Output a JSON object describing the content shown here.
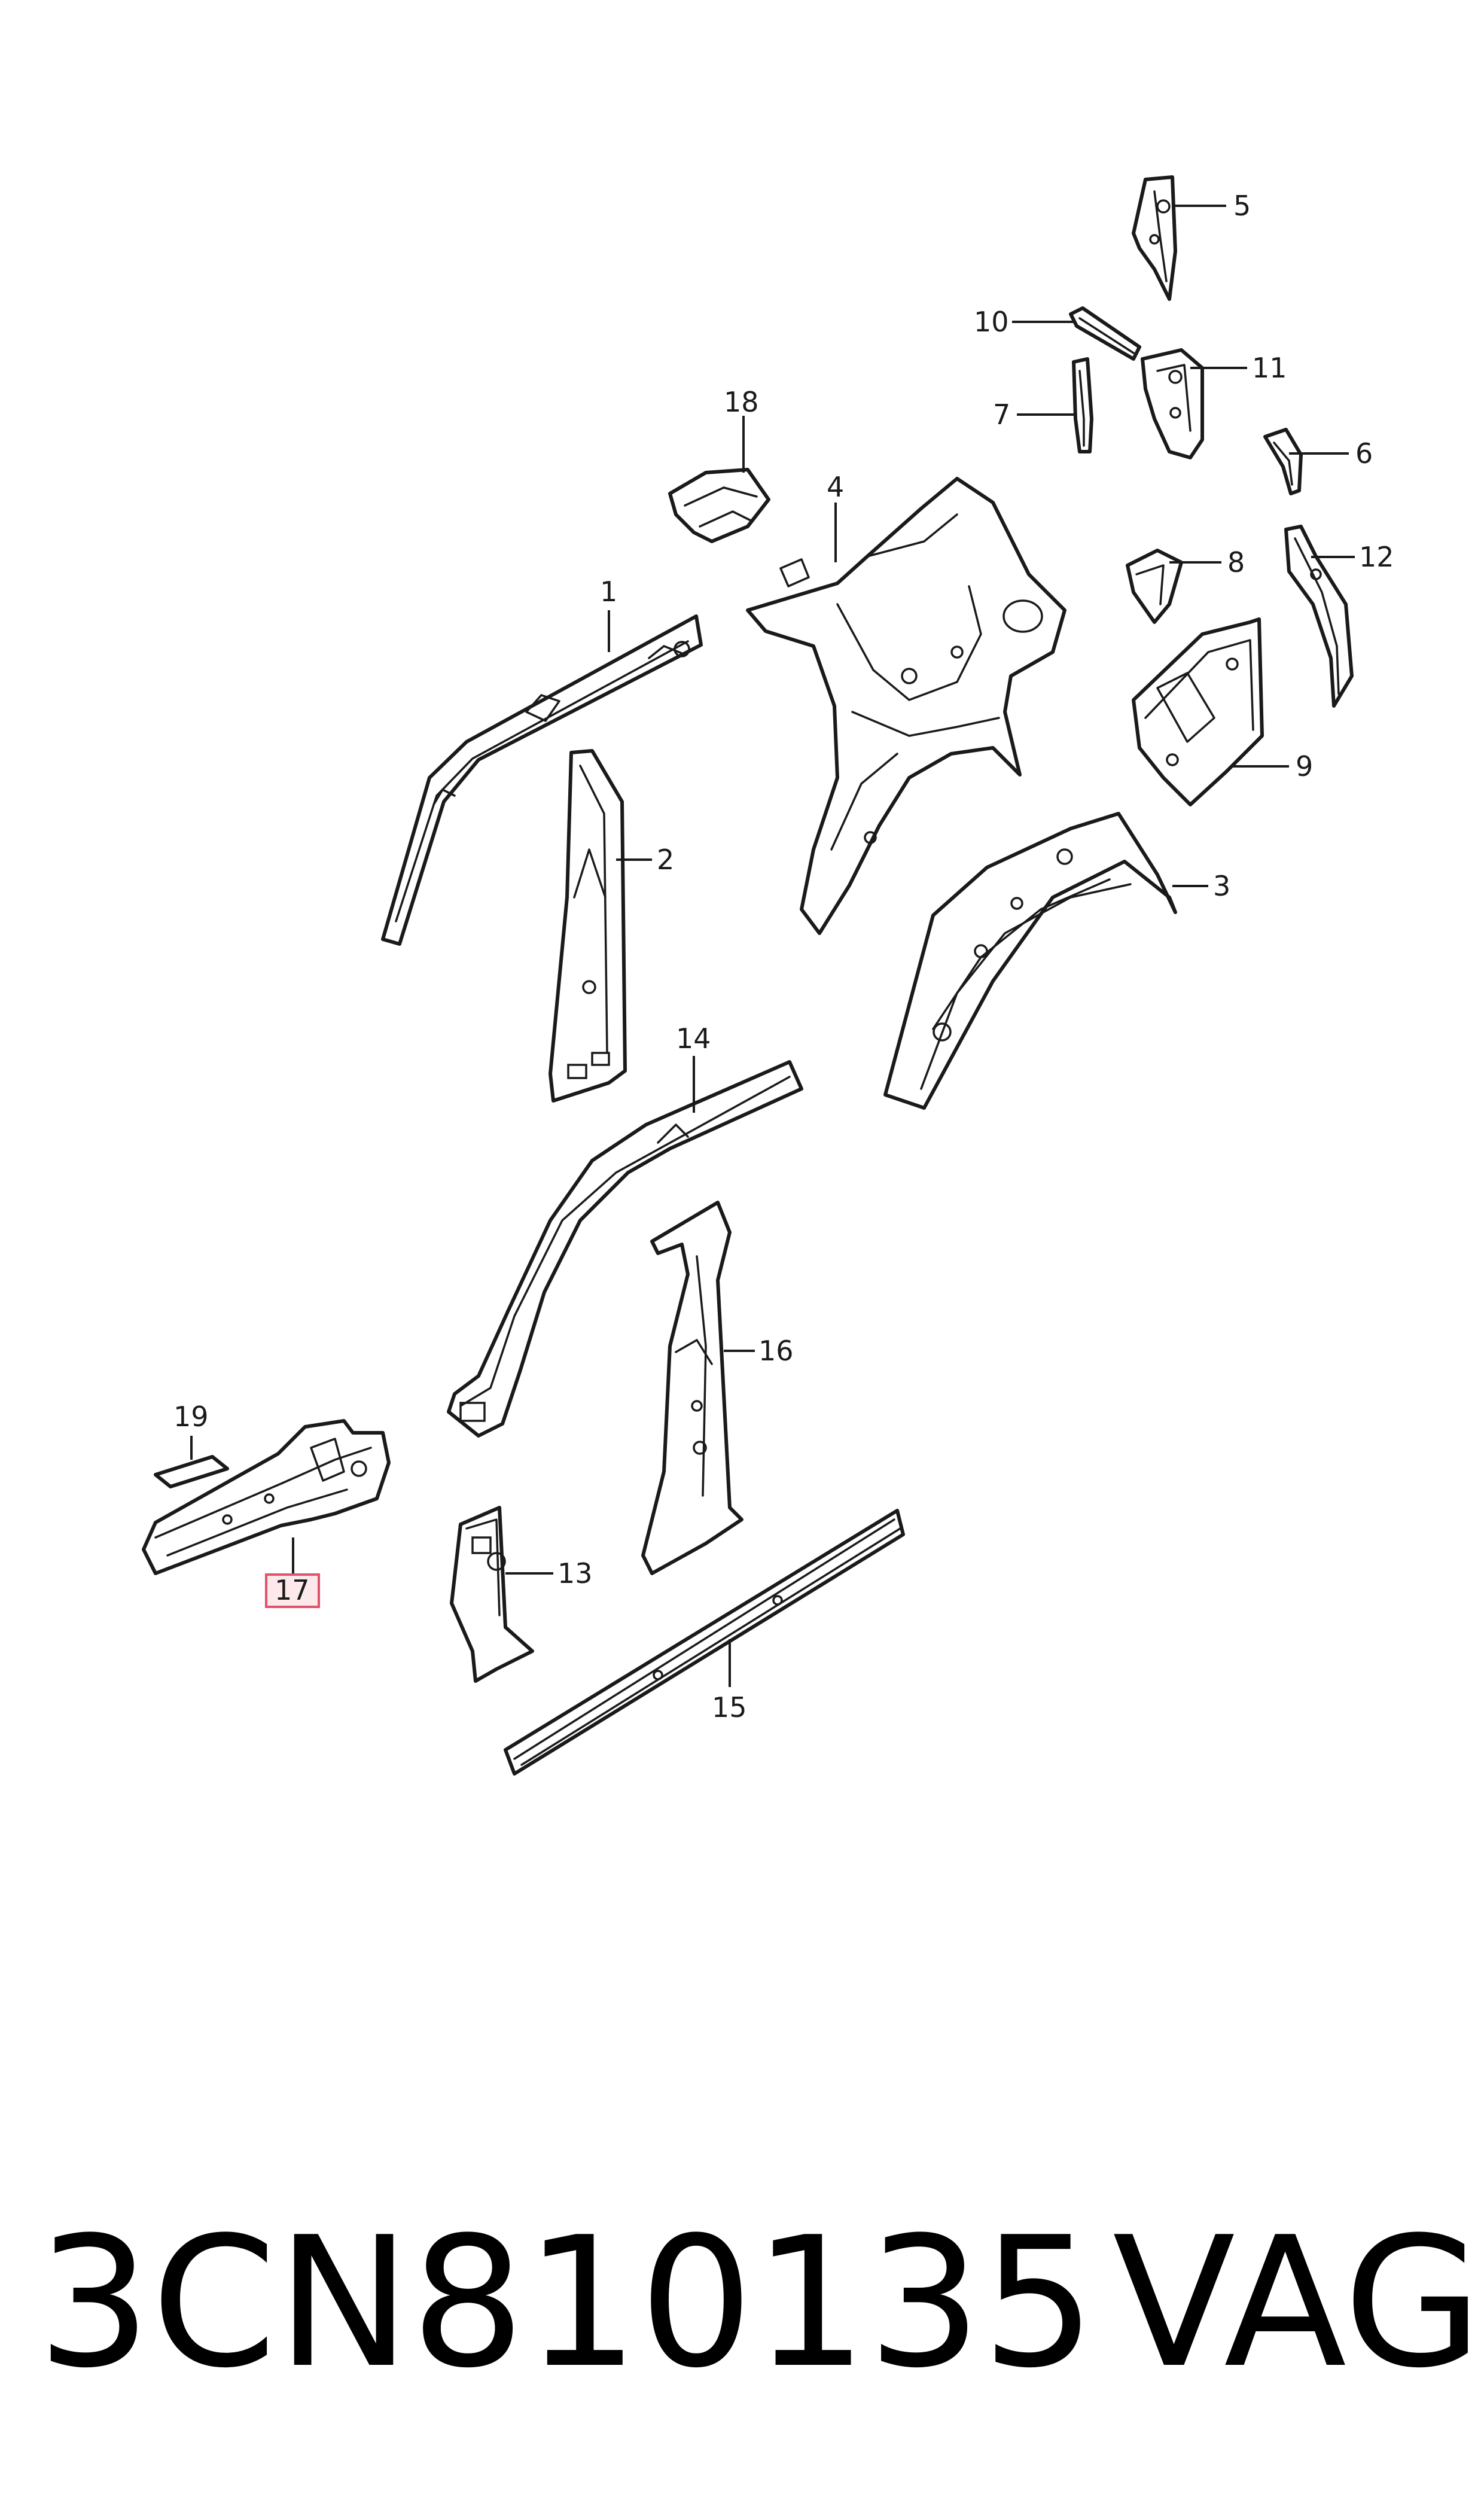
{
  "diagram": {
    "callouts": [
      "1",
      "2",
      "3",
      "4",
      "5",
      "6",
      "7",
      "8",
      "9",
      "10",
      "11",
      "12",
      "13",
      "14",
      "15",
      "16",
      "17",
      "18",
      "19"
    ],
    "highlighted_callout": "17",
    "colors": {
      "line": "#1a1a1a",
      "highlight_border": "#e0516a",
      "highlight_fill": "#fde9ec"
    }
  },
  "footer": {
    "part_number": "3CN810135",
    "brand": "VAG"
  }
}
